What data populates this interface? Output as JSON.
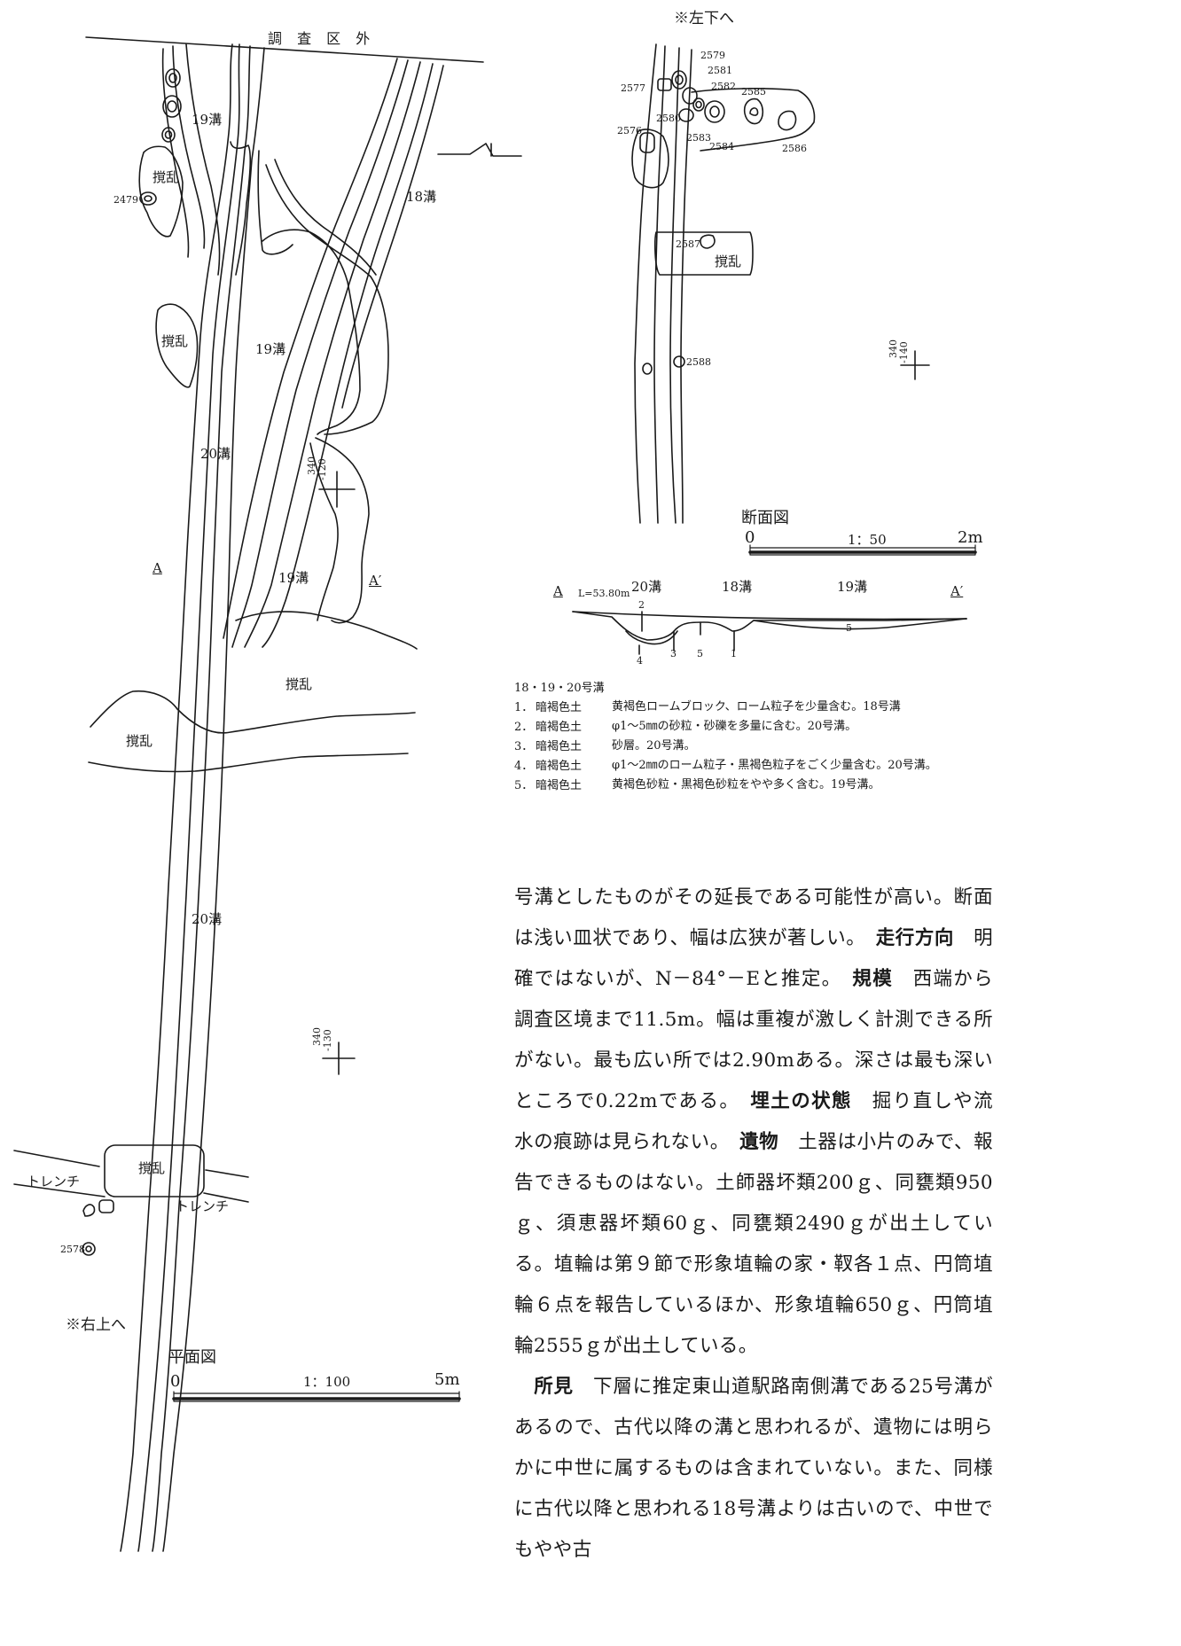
{
  "plan": {
    "boundary_label": "調 査 区 外",
    "ditch_19_top": "19溝",
    "disturbance_top": "撹乱",
    "pit_2479": "2479",
    "ditch_18": "18溝",
    "disturbance_mid": "撹乱",
    "ditch_19_mid": "19溝",
    "ditch_20_mid": "20溝",
    "grid_1_a": "340",
    "grid_1_b": "-120",
    "section_a_left": "A",
    "ditch_19_low": "19溝",
    "section_a_right": "A′",
    "disturbance_low": "撹乱",
    "disturbance_left": "撹乱",
    "ditch_20_low": "20溝",
    "grid_2_a": "340",
    "grid_2_b": "-130",
    "disturbance_bottom": "撹乱",
    "trench_left": "トレンチ",
    "trench_right": "トレンチ",
    "pit_2578": "2578",
    "continue_note": "※右上へ",
    "scale_title": "平面図",
    "scale_zero": "0",
    "scale_ratio": "1：100",
    "scale_max": "5m"
  },
  "upper_plan": {
    "continue_note": "※左下へ",
    "pits": [
      "2577",
      "2579",
      "2581",
      "2582",
      "2585",
      "2580",
      "2576",
      "2583",
      "2584",
      "2586",
      "2587",
      "2588"
    ],
    "disturbance": "撹乱",
    "grid_a": "340",
    "grid_b": "-140"
  },
  "section": {
    "scale_title": "断面図",
    "scale_zero": "0",
    "scale_ratio": "1：50",
    "scale_max": "2m",
    "a_left": "A",
    "level": "L=53.80m",
    "ditch_20": "20溝",
    "ditch_18": "18溝",
    "ditch_19": "19溝",
    "a_right": "A′",
    "layers": [
      "2",
      "4",
      "3",
      "5",
      "1",
      "5"
    ]
  },
  "legend": {
    "title": "18・19・20号溝",
    "items": [
      {
        "num": "1．",
        "soil": "暗褐色土",
        "desc": "黄褐色ロームブロック、ローム粒子を少量含む。18号溝"
      },
      {
        "num": "2．",
        "soil": "暗褐色土",
        "desc": "φ1～5㎜の砂粒・砂礫を多量に含む。20号溝。"
      },
      {
        "num": "3．",
        "soil": "暗褐色土",
        "desc": "砂層。20号溝。"
      },
      {
        "num": "4．",
        "soil": "暗褐色土",
        "desc": "φ1～2㎜のローム粒子・黒褐色粒子をごく少量含む。20号溝。"
      },
      {
        "num": "5．",
        "soil": "暗褐色土",
        "desc": "黄褐色砂粒・黒褐色砂粒をやや多く含む。19号溝。"
      }
    ]
  },
  "text": {
    "p1_a": "号溝としたものがその延長である可能性が高い。断面は浅い皿状であり、幅は広狭が著しい。　",
    "h_direction": "走行方向",
    "p1_b": "　明確ではないが、N－84°－Eと推定。　",
    "h_scale": "規模",
    "p1_c": "　西端から調査区境まで11.5m。幅は重複が激しく計測できる所がない。最も広い所では2.90mある。深さは最も深いところで0.22mである。　",
    "h_fill": "埋土の状態",
    "p1_d": "　掘り直しや流水の痕跡は見られない。　",
    "h_finds": "遺物",
    "p1_e": "　土器は小片のみで、報告できるものはない。土師器坏類200ｇ、同甕類950ｇ、須恵器坏類60ｇ、同甕類2490ｇが出土している。埴輪は第９節で形象埴輪の家・靫各１点、円筒埴輪６点を報告しているほか、形象埴輪650ｇ、円筒埴輪2555ｇが出土している。",
    "h_view": "所見",
    "p2": "　下層に推定東山道駅路南側溝である25号溝があるので、古代以降の溝と思われるが、遺物には明らかに中世に属するものは含まれていない。また、同様に古代以降と思われる18号溝よりは古いので、中世でもやや古"
  }
}
